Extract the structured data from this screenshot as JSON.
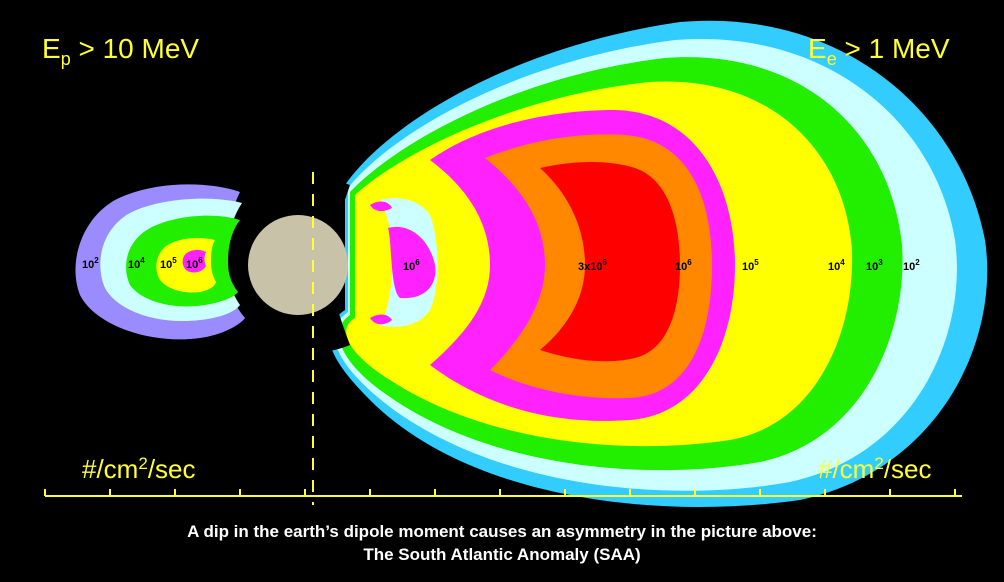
{
  "proton_label": {
    "main": "E",
    "sub": "p",
    "rest": " > 10 MeV"
  },
  "electron_label": {
    "main": "E",
    "sub": "e",
    "rest": " > 1 MeV"
  },
  "flux_unit_left": {
    "pre": "#/cm",
    "sup": "2",
    "post": "/sec"
  },
  "flux_unit_right": {
    "pre": "#/cm",
    "sup": "2",
    "post": "/sec"
  },
  "proton_belt_values": [
    {
      "base": "10",
      "exp": "2"
    },
    {
      "base": "10",
      "exp": "4"
    },
    {
      "base": "10",
      "exp": "5"
    },
    {
      "base": "10",
      "exp": "6"
    }
  ],
  "electron_belt_values": [
    {
      "base": "10",
      "exp": "6"
    },
    {
      "base": "3x10",
      "exp": "6"
    },
    {
      "base": "10",
      "exp": "6"
    },
    {
      "base": "10",
      "exp": "5"
    },
    {
      "base": "10",
      "exp": "4"
    },
    {
      "base": "10",
      "exp": "3"
    },
    {
      "base": "10",
      "exp": "2"
    }
  ],
  "caption": {
    "line1": "A dip in the earth’s dipole moment causes an asymmetry in the picture above:",
    "line2": "The South Atlantic Anomaly (SAA)"
  },
  "colors": {
    "background": "#000000",
    "label_yellow": "#ffff33",
    "earth": "#c8c2a8",
    "lavender": "#9a8cff",
    "cyan": "#33ccff",
    "light_cyan": "#ccffff",
    "green": "#22ee00",
    "yellow": "#ffff00",
    "magenta": "#ff22ff",
    "orange": "#ff8800",
    "red": "#ff0000"
  }
}
